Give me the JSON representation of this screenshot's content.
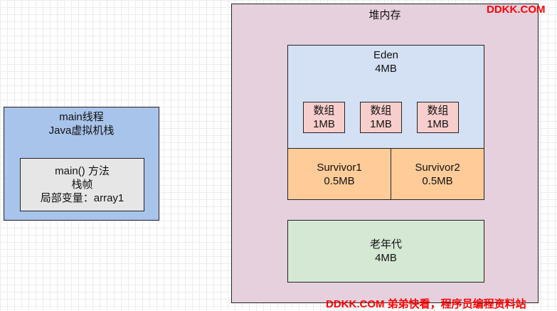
{
  "thread": {
    "title_line1": "main线程",
    "title_line2": "Java虚拟机栈",
    "frame": {
      "line1": "main() 方法",
      "line2": "栈帧",
      "line3": "局部变量：array1"
    }
  },
  "heap": {
    "title": "堆内存",
    "eden": {
      "name": "Eden",
      "size": "4MB",
      "arrays": [
        {
          "label": "数组",
          "size": "1MB"
        },
        {
          "label": "数组",
          "size": "1MB"
        },
        {
          "label": "数组",
          "size": "1MB"
        }
      ]
    },
    "survivors": [
      {
        "name": "Survivor1",
        "size": "0.5MB"
      },
      {
        "name": "Survivor2",
        "size": "0.5MB"
      }
    ],
    "old_gen": {
      "name": "老年代",
      "size": "4MB"
    }
  },
  "watermarks": {
    "top": "DDKK.COM",
    "bottom": "DDKK.COM 弟弟快看，程序员编程资料站"
  },
  "colors": {
    "thread": "#a9c4eb",
    "frame": "#e6e6e6",
    "heap": "#e6d0de",
    "eden": "#d4e1f5",
    "array": "#f8cecc",
    "survivor": "#ffcc99",
    "old_gen": "#d5e8d4",
    "watermark": "#ff0000"
  }
}
